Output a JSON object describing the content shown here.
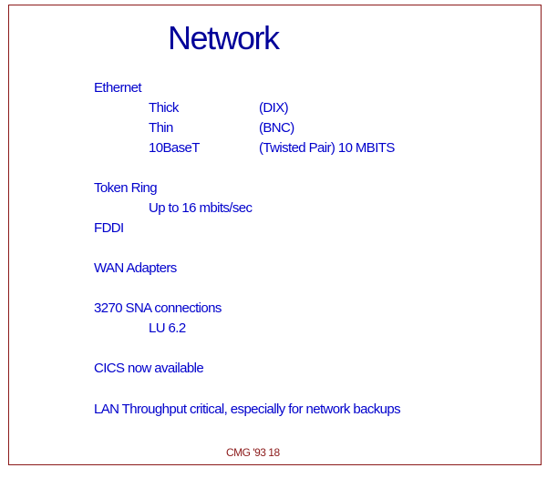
{
  "title": "Network",
  "ethernet": {
    "heading": "Ethernet",
    "rows": [
      {
        "name": "Thick",
        "type": "(DIX)"
      },
      {
        "name": "Thin",
        "type": "(BNC)"
      },
      {
        "name": "10BaseT",
        "type": "(Twisted Pair)  10 MBITS"
      }
    ]
  },
  "token_ring": {
    "heading": "Token Ring",
    "detail": "Up to 16 mbits/sec"
  },
  "fddi": "FDDI",
  "wan": "WAN Adapters",
  "sna": {
    "heading": "3270 SNA connections",
    "detail": "LU 6.2"
  },
  "cics": "CICS now available",
  "lan": "LAN Throughput critical, especially for network backups",
  "footer": "CMG '93  18",
  "colors": {
    "title": "#000099",
    "body_text": "#0000cc",
    "frame": "#8b1a1a",
    "footer": "#8b1a1a"
  }
}
